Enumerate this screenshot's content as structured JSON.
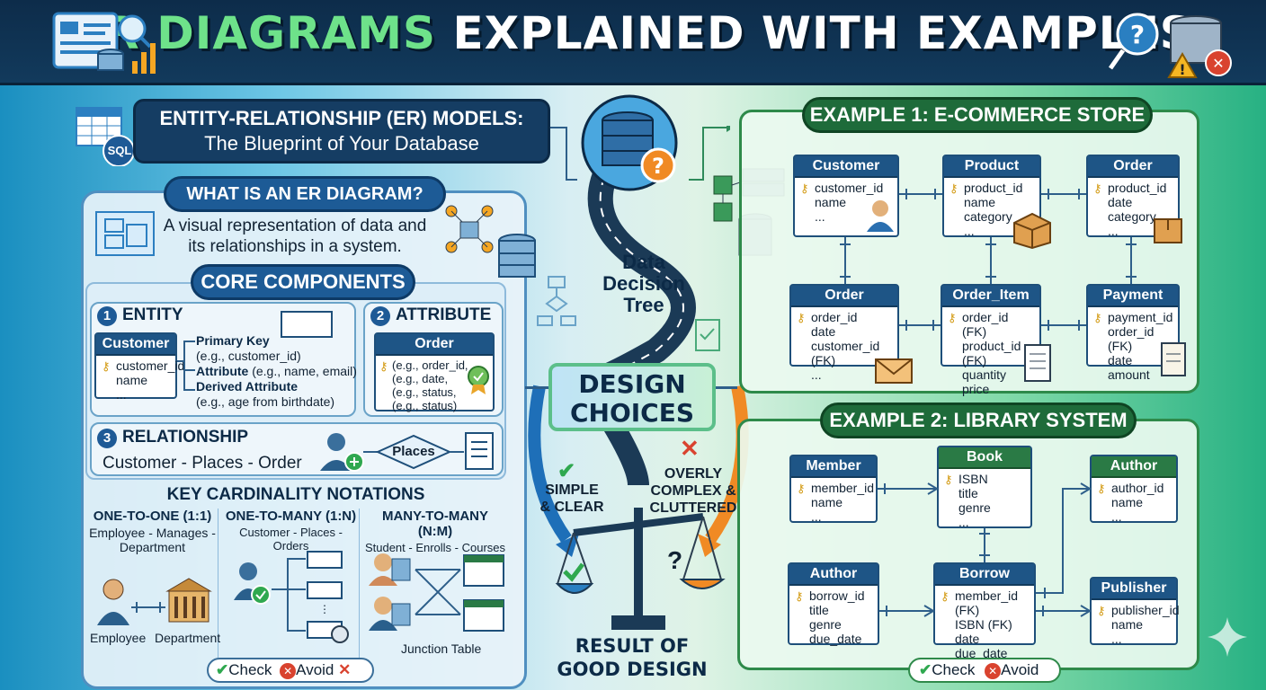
{
  "header": {
    "title_part1": "ER DIAGRAMS",
    "title_part2": "EXPLAINED WITH EXAMPLES"
  },
  "intro": {
    "title": "ENTITY-RELATIONSHIP (ER) MODELS:",
    "subtitle": "The Blueprint of Your Database",
    "sql_badge": "SQL"
  },
  "what_is": {
    "heading": "WHAT IS AN ER DIAGRAM?",
    "text_line1": "A visual representation of data and",
    "text_line2": "its relationships in a system."
  },
  "core": {
    "heading": "CORE COMPONENTS",
    "entity": {
      "num": "1",
      "label": "ENTITY",
      "table_name": "Customer",
      "fields": [
        "customer_id",
        "name",
        "..."
      ],
      "pk_label": "Primary Key",
      "pk_example": "(e.g., customer_id)",
      "attr_label": "Attribute",
      "attr_example": "(e.g., name, email)",
      "derived_label": "Derived Attribute",
      "derived_example": "(e.g., age from birthdate)"
    },
    "attribute": {
      "num": "2",
      "label": "ATTRIBUTE",
      "table_name": "Order",
      "fields": [
        "(e.g., order_id,",
        "(e.g., date,",
        "(e.g., status,",
        "(e.g., status)"
      ]
    },
    "relationship": {
      "num": "3",
      "label": "RELATIONSHIP",
      "example": "Customer - Places - Order",
      "diamond": "Places"
    }
  },
  "cardinality": {
    "heading": "KEY CARDINALITY NOTATIONS",
    "one_to_one": {
      "title": "ONE-TO-ONE (1:1)",
      "desc_line1": "Employee - Manages -",
      "desc_line2": "Department",
      "left": "Employee",
      "right": "Department"
    },
    "one_to_many": {
      "title": "ONE-TO-MANY (1:N)",
      "desc": "Customer - Places - Orders"
    },
    "many_to_many": {
      "title": "MANY-TO-MANY (N:M)",
      "desc": "Student - Enrolls - Courses",
      "junction": "Junction Table"
    }
  },
  "legend_left": {
    "check": "Check",
    "avoid": "Avoid"
  },
  "center": {
    "tree_line1": "Data",
    "tree_line2": "Decision",
    "tree_line3": "Tree",
    "design_line1": "DESIGN",
    "design_line2": "CHOICES",
    "simple_line1": "SIMPLE",
    "simple_line2": "& CLEAR",
    "complex_line1": "OVERLY",
    "complex_line2": "COMPLEX &",
    "complex_line3": "CLUTTERED",
    "result_line1": "RESULT OF",
    "result_line2": "GOOD DESIGN",
    "q": "?"
  },
  "example1": {
    "heading": "EXAMPLE 1: E-COMMERCE STORE",
    "tables": [
      {
        "name": "Customer",
        "fields": [
          "customer_id",
          "name",
          "..."
        ]
      },
      {
        "name": "Product",
        "fields": [
          "product_id",
          "name",
          "category",
          "..."
        ]
      },
      {
        "name": "Order",
        "fields": [
          "product_id",
          "date",
          "category",
          "..."
        ]
      },
      {
        "name": "Order",
        "fields": [
          "order_id",
          "date",
          "customer_id (FK)",
          "..."
        ]
      },
      {
        "name": "Order_Item",
        "fields": [
          "order_id (FK)",
          "product_id (FK)",
          "quantity",
          "price"
        ]
      },
      {
        "name": "Payment",
        "fields": [
          "payment_id",
          "order_id (FK)",
          "date",
          "amount"
        ]
      }
    ]
  },
  "example2": {
    "heading": "EXAMPLE 2: LIBRARY SYSTEM",
    "tables": [
      {
        "name": "Member",
        "fields": [
          "member_id",
          "name",
          "..."
        ]
      },
      {
        "name": "Book",
        "fields": [
          "ISBN",
          "title",
          "genre",
          "..."
        ]
      },
      {
        "name": "Author",
        "fields": [
          "author_id",
          "name",
          "..."
        ]
      },
      {
        "name": "Author",
        "fields": [
          "borrow_id",
          "title",
          "genre",
          "due_date"
        ]
      },
      {
        "name": "Borrow",
        "fields": [
          "member_id (FK)",
          "ISBN (FK)",
          "date",
          "due_date"
        ]
      },
      {
        "name": "Publisher",
        "fields": [
          "publisher_id",
          "name",
          "..."
        ]
      }
    ]
  },
  "legend_right": {
    "check": "Check",
    "avoid": "Avoid"
  },
  "colors": {
    "navy": "#153d63",
    "blue": "#1e5586",
    "green": "#2a7a45",
    "orange": "#f08a24",
    "check": "#2fa84f",
    "avoid": "#d9432f"
  }
}
